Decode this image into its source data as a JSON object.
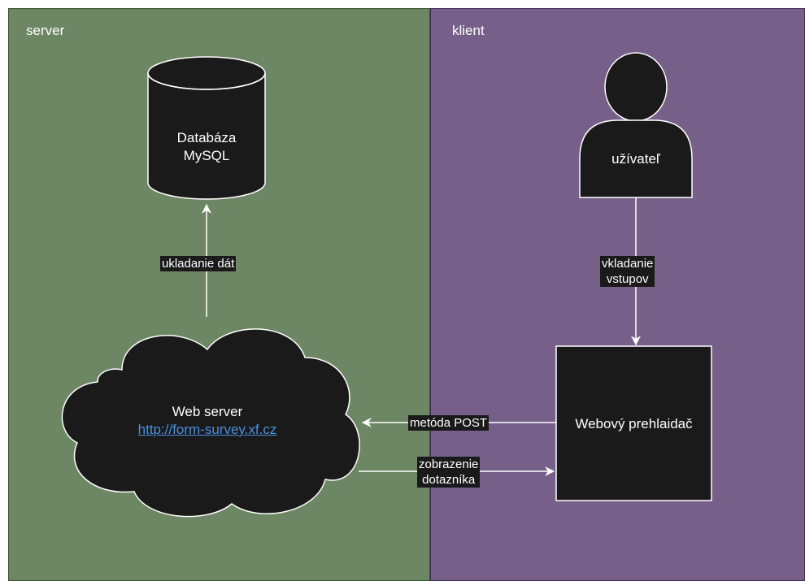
{
  "lanes": {
    "server": "server",
    "client": "klient"
  },
  "nodes": {
    "database_line1": "Databáza",
    "database_line2": "MySQL",
    "user": "užívateľ",
    "web_server_title": "Web server",
    "web_server_url": "http://form-survey.xf.cz",
    "browser": "Webový prehlaidač"
  },
  "edges": {
    "store_data": "ukladanie dát",
    "input_line1": "vkladanie",
    "input_line2": "vstupov",
    "post_method": "metóda POST",
    "display_line1": "zobrazenie",
    "display_line2": "dotazníka"
  },
  "colors": {
    "server_lane": "#6d8764",
    "client_lane": "#76608a",
    "shape_fill": "#1a1a1a",
    "stroke": "#ffffff"
  }
}
